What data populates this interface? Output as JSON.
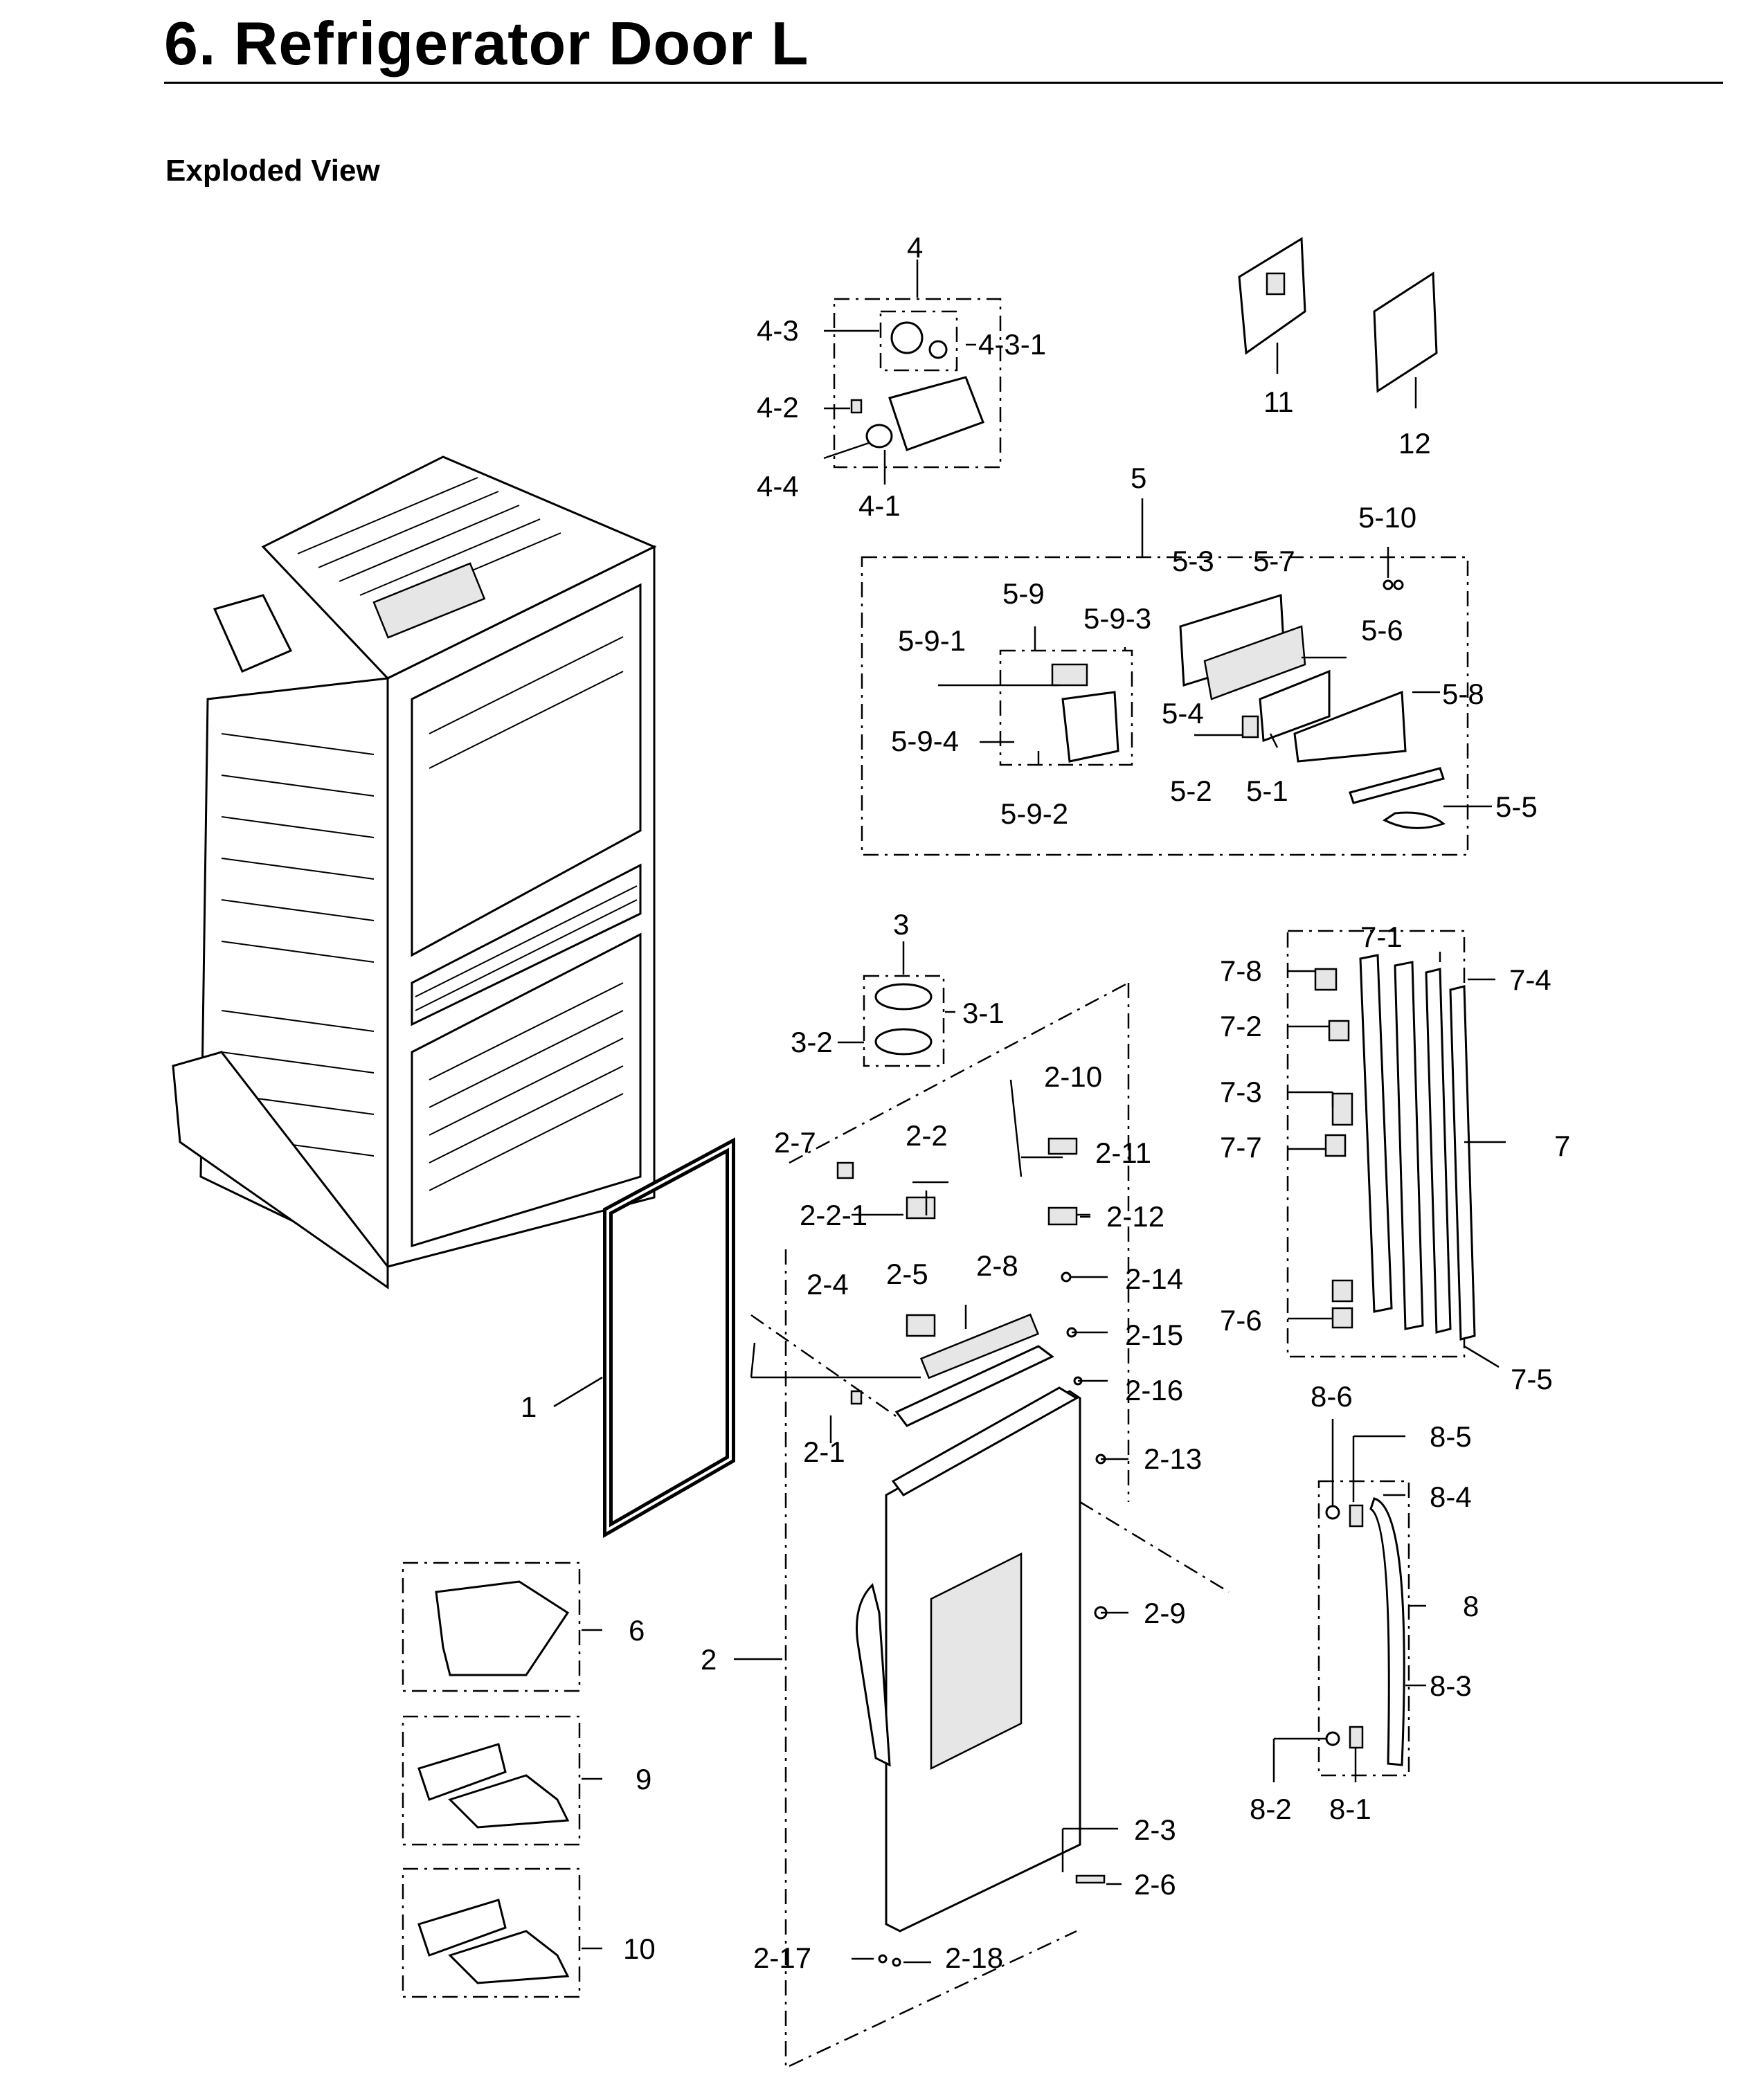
{
  "header": {
    "title": "6.  Refrigerator Door L",
    "subtitle": "Exploded View"
  },
  "callouts": {
    "p1": "1",
    "p2": "2",
    "p2_1": "2-1",
    "p2_2": "2-2",
    "p2_2_1": "2-2-1",
    "p2_3": "2-3",
    "p2_4": "2-4",
    "p2_5": "2-5",
    "p2_6": "2-6",
    "p2_7": "2-7",
    "p2_8": "2-8",
    "p2_9": "2-9",
    "p2_10": "2-10",
    "p2_11": "2-11",
    "p2_12": "2-12",
    "p2_13": "2-13",
    "p2_14": "2-14",
    "p2_15": "2-15",
    "p2_16": "2-16",
    "p2_17": "2-17",
    "p2_18": "2-18",
    "p3": "3",
    "p3_1": "3-1",
    "p3_2": "3-2",
    "p4": "4",
    "p4_1": "4-1",
    "p4_2": "4-2",
    "p4_3": "4-3",
    "p4_3_1": "4-3-1",
    "p4_4": "4-4",
    "p5": "5",
    "p5_1": "5-1",
    "p5_2": "5-2",
    "p5_3": "5-3",
    "p5_4": "5-4",
    "p5_5": "5-5",
    "p5_6": "5-6",
    "p5_7": "5-7",
    "p5_8": "5-8",
    "p5_9": "5-9",
    "p5_9_1": "5-9-1",
    "p5_9_2": "5-9-2",
    "p5_9_3": "5-9-3",
    "p5_9_4": "5-9-4",
    "p5_10": "5-10",
    "p6": "6",
    "p7": "7",
    "p7_1": "7-1",
    "p7_2": "7-2",
    "p7_3": "7-3",
    "p7_4": "7-4",
    "p7_5": "7-5",
    "p7_6": "7-6",
    "p7_7": "7-7",
    "p7_8": "7-8",
    "p8": "8",
    "p8_1": "8-1",
    "p8_2": "8-2",
    "p8_3": "8-3",
    "p8_4": "8-4",
    "p8_5": "8-5",
    "p8_6": "8-6",
    "p9": "9",
    "p10": "10",
    "p11": "11",
    "p12": "12"
  }
}
